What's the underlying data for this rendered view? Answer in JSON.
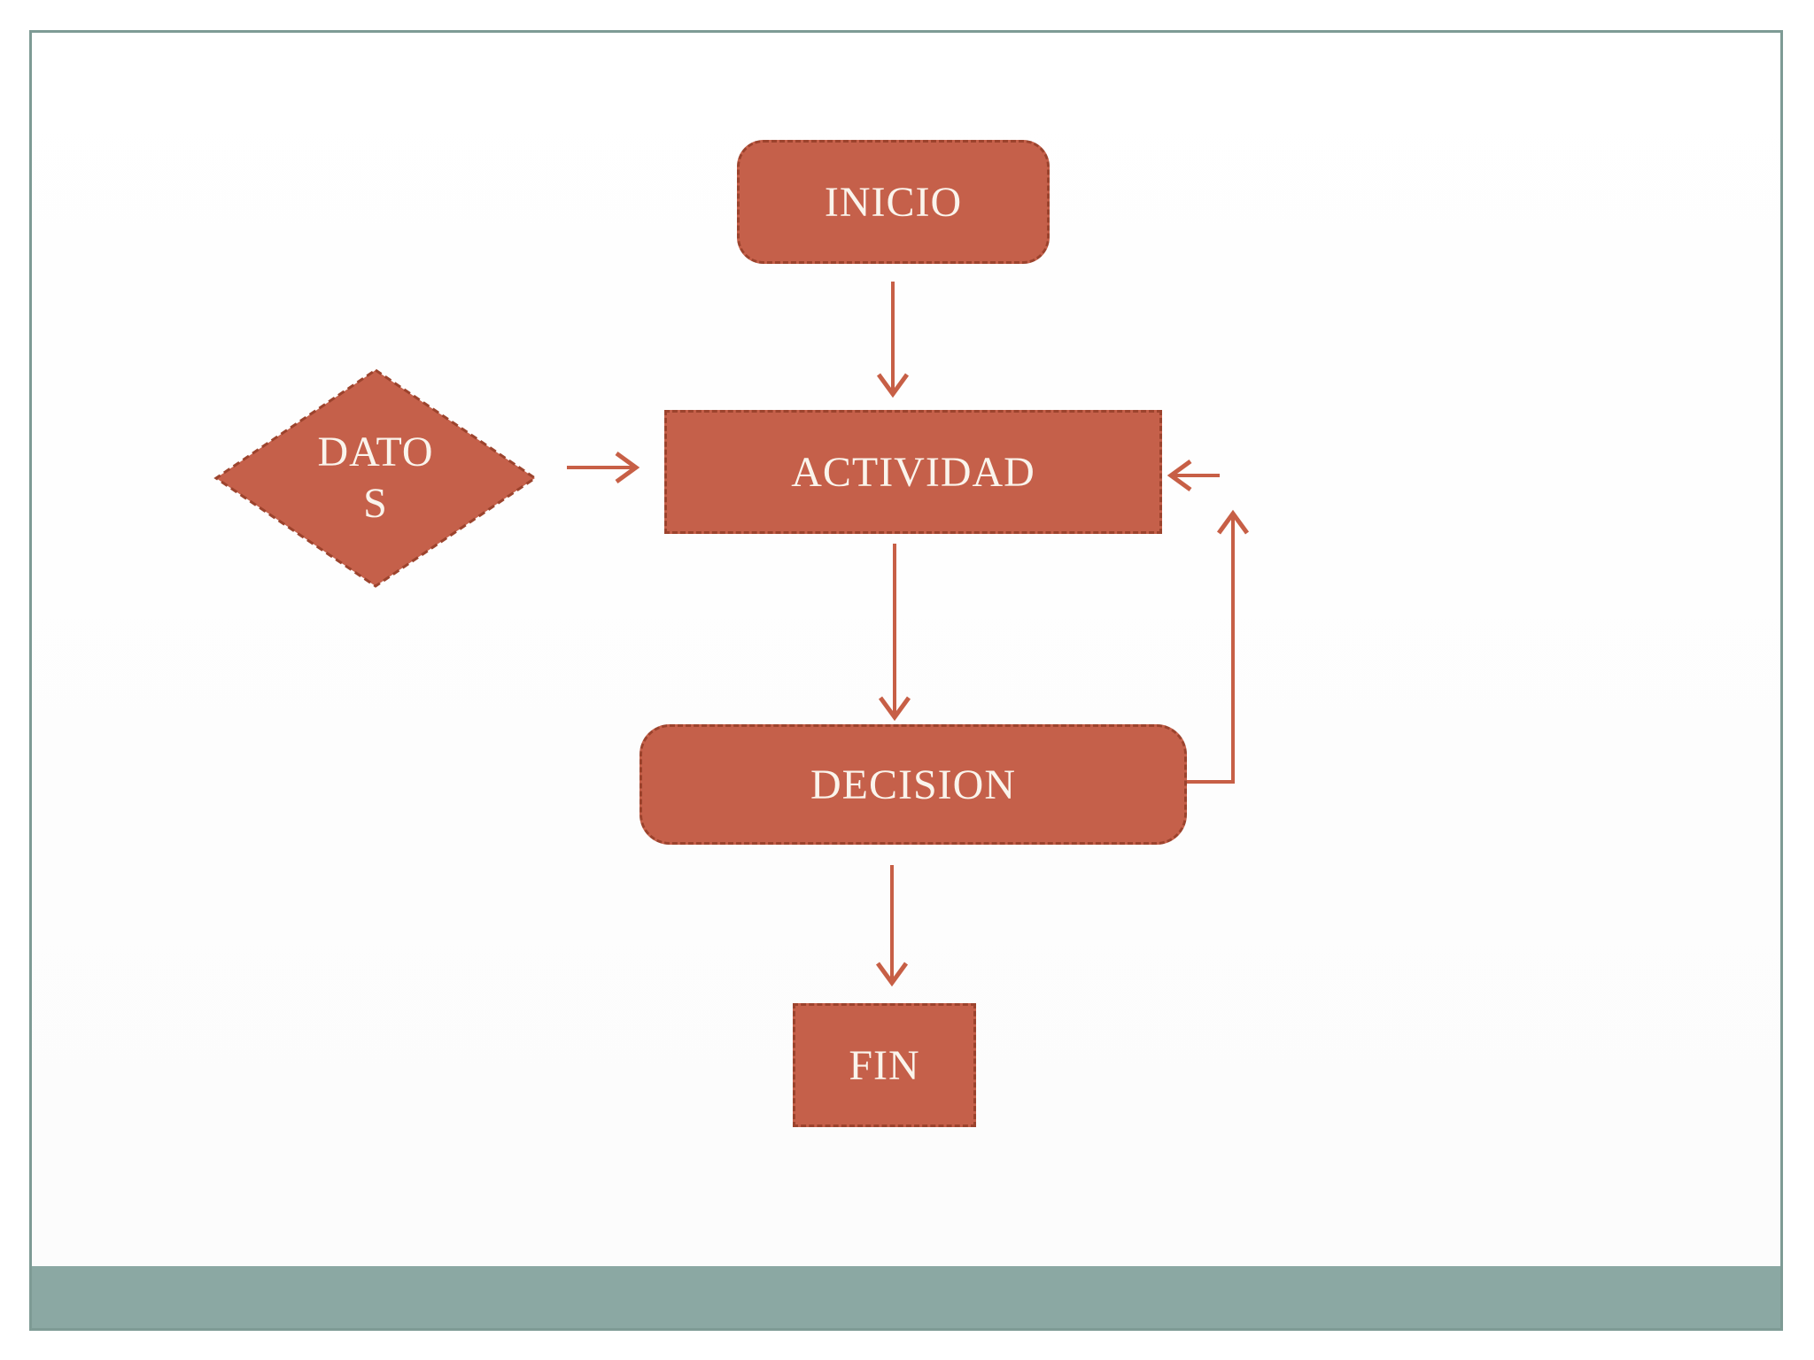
{
  "slide": {
    "background_color": "#ffffff",
    "frame_border_color": "#7e9b95",
    "footer_bar_color": "#8ba8a3"
  },
  "diagram": {
    "shape_fill_color": "#c5604a",
    "shape_border_color": "#9c432d",
    "arrow_color": "#c75f46",
    "label_color": "#faf4ec",
    "nodes": [
      {
        "id": "inicio",
        "type": "rounded-rectangle",
        "label": "INICIO"
      },
      {
        "id": "datos",
        "type": "diamond",
        "label": "DATOS",
        "line1": "DATO",
        "line2": "S"
      },
      {
        "id": "actividad",
        "type": "rectangle",
        "label": "ACTIVIDAD"
      },
      {
        "id": "decision",
        "type": "rounded-rectangle",
        "label": "DECISION"
      },
      {
        "id": "fin",
        "type": "rectangle",
        "label": "FIN"
      }
    ],
    "edges": [
      {
        "from": "inicio",
        "to": "actividad",
        "direction": "down"
      },
      {
        "from": "datos",
        "to": "actividad",
        "direction": "right"
      },
      {
        "from": "actividad",
        "to": "decision",
        "direction": "down"
      },
      {
        "from": "decision",
        "to": "fin",
        "direction": "down"
      },
      {
        "from": "decision",
        "to": "actividad",
        "direction": "up",
        "route": "right-side-feedback"
      }
    ]
  }
}
